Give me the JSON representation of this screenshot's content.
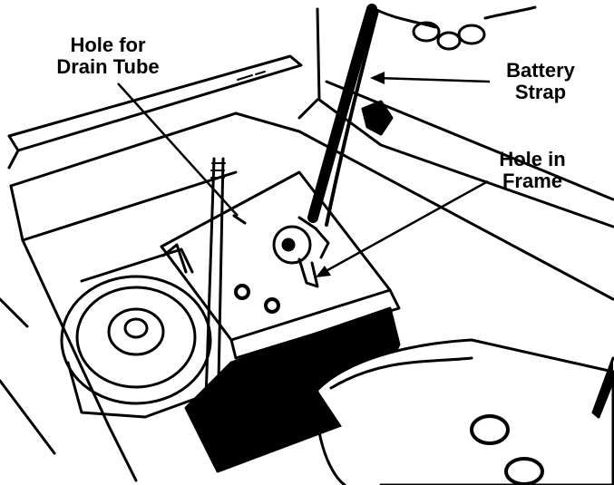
{
  "labels": {
    "drain_tube": [
      "Hole for",
      "Drain Tube"
    ],
    "battery_strap": [
      "Battery",
      "Strap"
    ],
    "hole_in_frame": [
      "Hole in",
      "Frame"
    ]
  },
  "colors": {
    "ink": "#000000",
    "paper": "#ffffff"
  }
}
